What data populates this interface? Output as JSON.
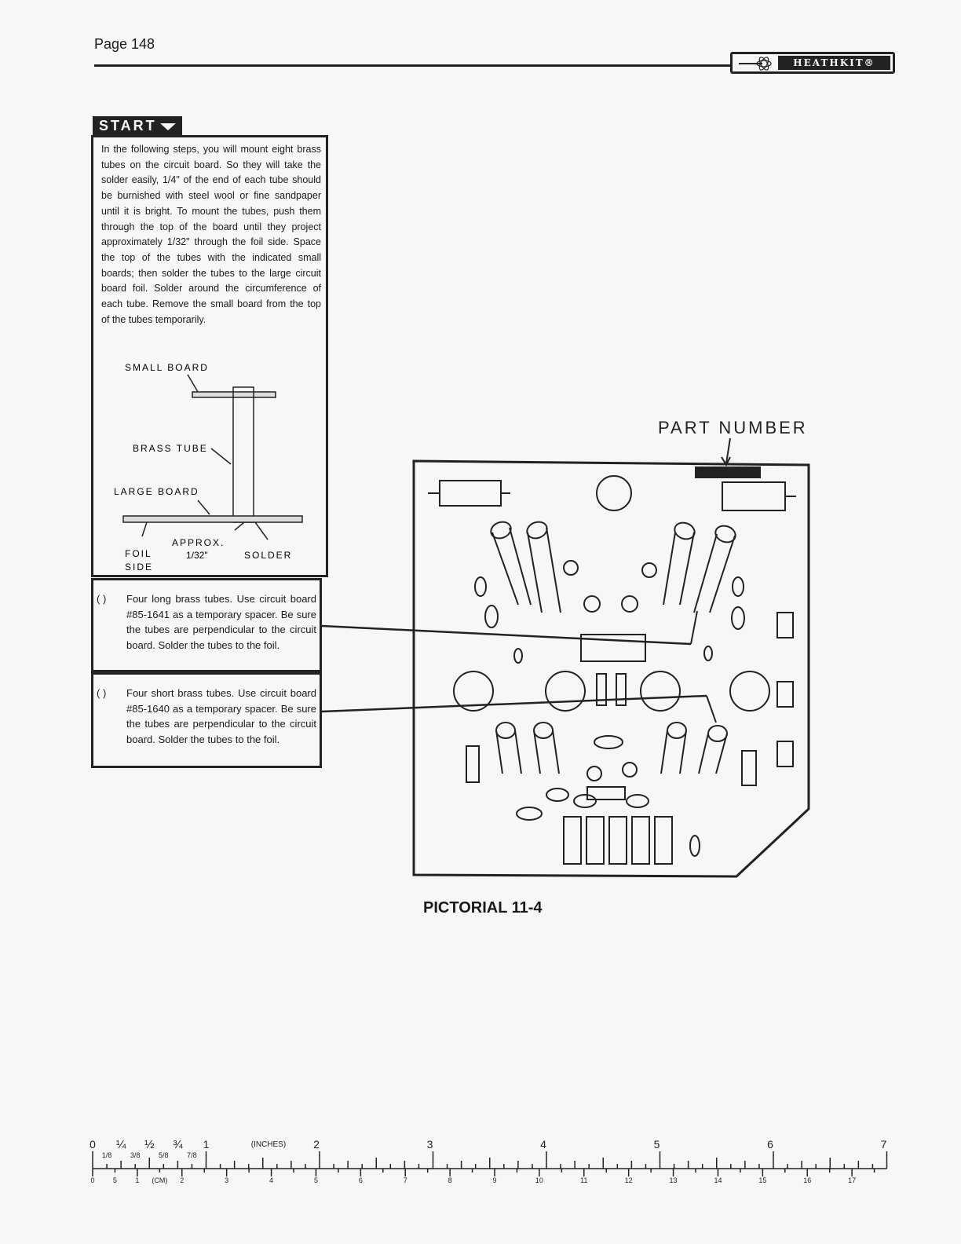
{
  "header": {
    "page_number": "Page 148",
    "brand": "HEATHKIT®"
  },
  "start_label": "START",
  "intro": {
    "text": "In the following steps, you will mount eight brass tubes on the circuit board. So they will take the solder easily, 1/4\" of the end of each tube should be burnished with steel wool or fine sandpaper until it is bright. To mount the tubes, push them through the top of the board until they project approximately 1/32\" through the foil side. Space the top of the tubes with the indicated small boards; then solder the tubes to the large circuit board foil. Solder around the circumference of each tube. Remove the small board from the top of the tubes temporarily.",
    "diagram_labels": {
      "small_board": "SMALL BOARD",
      "brass_tube": "BRASS TUBE",
      "large_board": "LARGE BOARD",
      "approx": "APPROX.",
      "approx_value": "1/32\"",
      "foil": "FOIL",
      "side": "SIDE",
      "solder": "SOLDER"
    }
  },
  "steps": [
    {
      "check": "(  )",
      "text": "Four long brass tubes. Use circuit board #85-1641 as a temporary spacer. Be sure the tubes are perpendicular to the circuit board. Solder the tubes to the foil."
    },
    {
      "check": "(  )",
      "text": "Four short brass tubes. Use circuit board #85-1640 as a temporary spacer. Be sure the tubes are perpendicular to the circuit board. Solder the tubes to the foil."
    }
  ],
  "pictorial": {
    "part_number_label": "PART NUMBER",
    "caption": "PICTORIAL 11-4"
  },
  "ruler": {
    "inch_labels": [
      "0",
      "¼",
      "½",
      "¾",
      "1",
      "2",
      "3",
      "4",
      "5",
      "6",
      "7"
    ],
    "fraction_labels": [
      "1/8",
      "3/8",
      "5/8",
      "7/8"
    ],
    "inches_unit": "(INCHES)",
    "cm_labels": [
      "0",
      "5",
      "1",
      "2",
      "3",
      "4",
      "5",
      "6",
      "7",
      "8",
      "9",
      "10",
      "11",
      "12",
      "13",
      "14",
      "15",
      "16",
      "17"
    ],
    "cm_unit": "(CM)"
  }
}
